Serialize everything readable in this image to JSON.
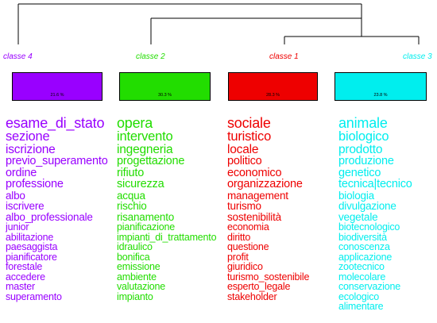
{
  "classes": [
    {
      "id": "c4",
      "label": "classe  4",
      "percent": "21.6 %",
      "color": "#9900ff",
      "words": [
        "esame_di_stato",
        "sezione",
        "iscrizione",
        "previo_superamento",
        "ordine",
        "professione",
        "albo",
        "iscrivere",
        "albo_professionale",
        "junior",
        "abilitazione",
        "paesaggista",
        "pianificatore",
        "forestale",
        "accedere",
        "master",
        "superamento"
      ]
    },
    {
      "id": "c2",
      "label": "classe  2",
      "percent": "30.3 %",
      "color": "#22dd00",
      "words": [
        "opera",
        "intervento",
        "ingegneria",
        "progettazione",
        "rifiuto",
        "sicurezza",
        "acqua",
        "rischio",
        "risanamento",
        "pianificazione",
        "impianti_di_trattamento",
        "idraulico",
        "bonifica",
        "emissione",
        "ambiente",
        "valutazione",
        "impianto"
      ]
    },
    {
      "id": "c1",
      "label": "classe  1",
      "percent": "28.3 %",
      "color": "#ee0000",
      "words": [
        "sociale",
        "turistico",
        "locale",
        "politico",
        "economico",
        "organizzazione",
        "management",
        "turismo",
        "sostenibilità",
        "economia",
        "diritto",
        "questione",
        "profit",
        "giuridico",
        "turismo_sostenibile",
        "esperto_legale",
        "stakeholder"
      ]
    },
    {
      "id": "c3",
      "label": "classe  3",
      "percent": "23.8 %",
      "color": "#00eeee",
      "words": [
        "animale",
        "biologico",
        "prodotto",
        "produzione",
        "genetico",
        "tecnica|tecnico",
        "biologia",
        "divulgazione",
        "vegetale",
        "biotecnologico",
        "biodiversità",
        "conoscenza",
        "applicazione",
        "zootecnico",
        "molecolare",
        "conservazione",
        "ecologico",
        "alimentare"
      ]
    }
  ]
}
